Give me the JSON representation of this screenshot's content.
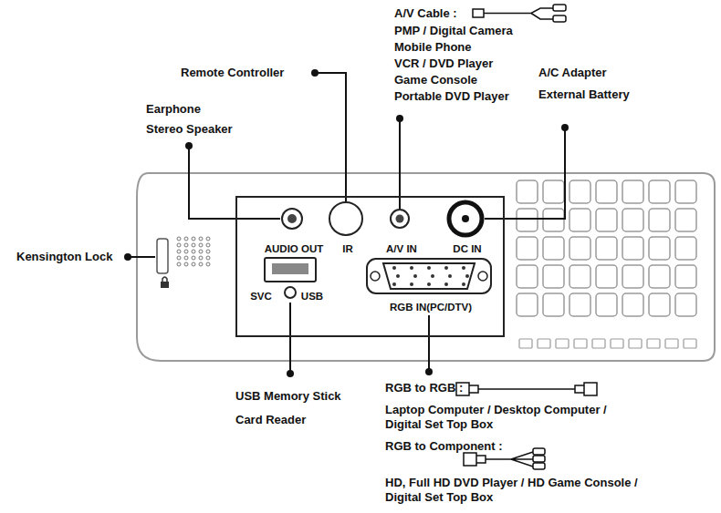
{
  "diagram": {
    "nodes": [
      {
        "text": [
          "AUDIO OUT",
          "IR",
          "A/V IN",
          "DC IN",
          "SVC",
          "USB",
          "RGB IN(PC/DTV)"
        ]
      }
    ],
    "labels": [
      "Remote Controller",
      "Earphone",
      "Stereo Speaker",
      "A/V Cable :",
      "PMP / Digital Camera",
      "Mobile Phone",
      "VCR / DVD Player",
      "Game Console",
      "Portable DVD Player",
      "A/C Adapter",
      "External Battery",
      "Kensington Lock",
      "USB Memory Stick",
      "Card Reader",
      "RGB to RGB :",
      "Laptop Computer / Desktop Computer / Digital Set Top Box",
      "RGB to Component :",
      "HD, Full HD DVD Player / HD Game Console / Digital Set Top Box"
    ]
  }
}
